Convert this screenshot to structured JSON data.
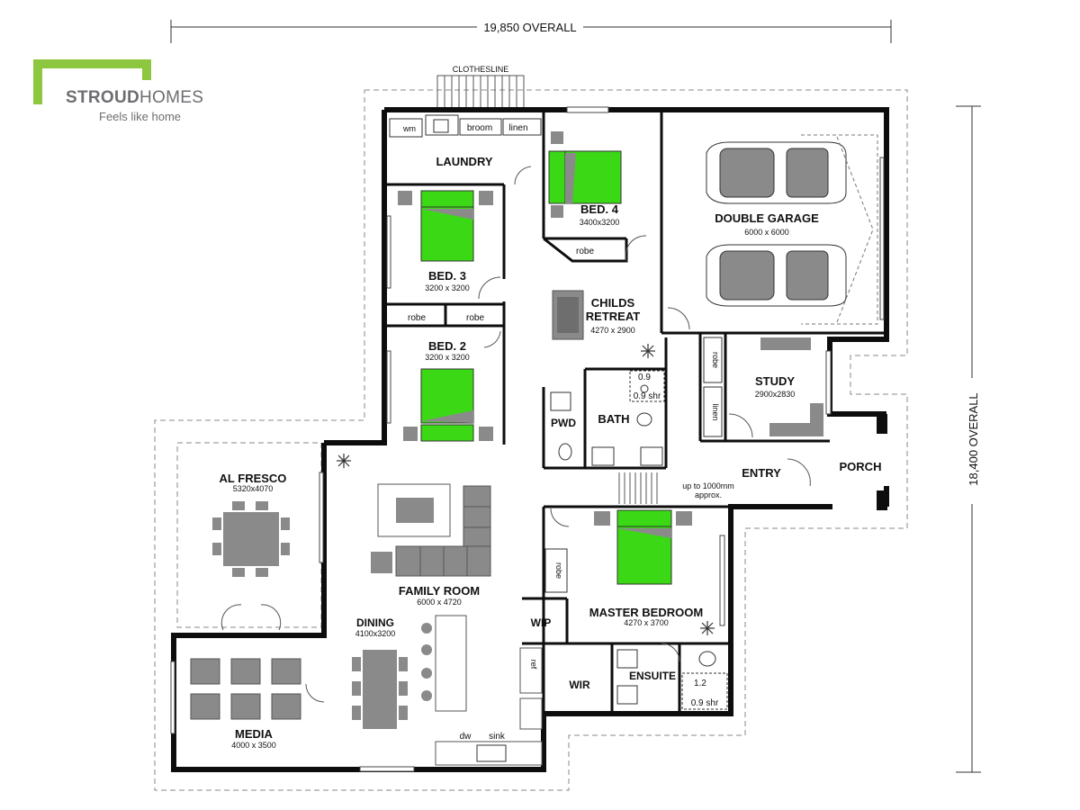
{
  "logo": {
    "brand_bold": "STROUD",
    "brand_light": "HOMES",
    "tagline": "Feels like home",
    "color_green": "#8dc63f",
    "color_grey": "#6d6e71"
  },
  "dimensions": {
    "overall_width": "19,850 OVERALL",
    "overall_depth": "18,400 OVERALL"
  },
  "rooms": {
    "laundry": "LAUNDRY",
    "wm": "wm",
    "broom": "broom",
    "linen_laundry": "linen",
    "clothesline": "CLOTHESLINE",
    "bed4": "BED. 4",
    "bed4_size": "3400x3200",
    "bed4_robe": "robe",
    "bed3": "BED. 3",
    "bed3_size": "3200 x 3200",
    "bed3_robe": "robe",
    "bed2_robe": "robe",
    "bed2": "BED. 2",
    "bed2_size": "3200 x 3200",
    "childs_retreat_1": "CHILDS",
    "childs_retreat_2": "RETREAT",
    "childs_retreat_size": "4270 x 2900",
    "garage": "DOUBLE GARAGE",
    "garage_size": "6000 x 6000",
    "study": "STUDY",
    "study_size": "2900x2830",
    "study_robe": "robe",
    "study_linen": "linen",
    "pwd": "PWD",
    "bath": "BATH",
    "shower_top": "0.9",
    "shower_bottom": "0.9 shr",
    "entry": "ENTRY",
    "porch": "PORCH",
    "entry_note_1": "up to 1000mm",
    "entry_note_2": "approx.",
    "alfresco": "AL FRESCO",
    "alfresco_size": "5320x4070",
    "family": "FAMILY ROOM",
    "family_size": "6000 x 4720",
    "dining": "DINING",
    "dining_size": "4100x3200",
    "media": "MEDIA",
    "media_size": "4000 x 3500",
    "master": "MASTER BEDROOM",
    "master_size": "4270 x 3700",
    "master_robe": "robe",
    "wip": "WIP",
    "wir": "WIR",
    "ensuite": "ENSUITE",
    "ens_shower_top": "1.2",
    "ens_shower_bottom": "0.9 shr",
    "ref": "ref",
    "dw": "dw",
    "sink": "sink"
  },
  "colors": {
    "wall": "#0d0d0d",
    "bed_green": "#3bd816",
    "furniture": "#8a8a8a",
    "furniture_dark": "#6e6e6e",
    "line": "#555555"
  }
}
